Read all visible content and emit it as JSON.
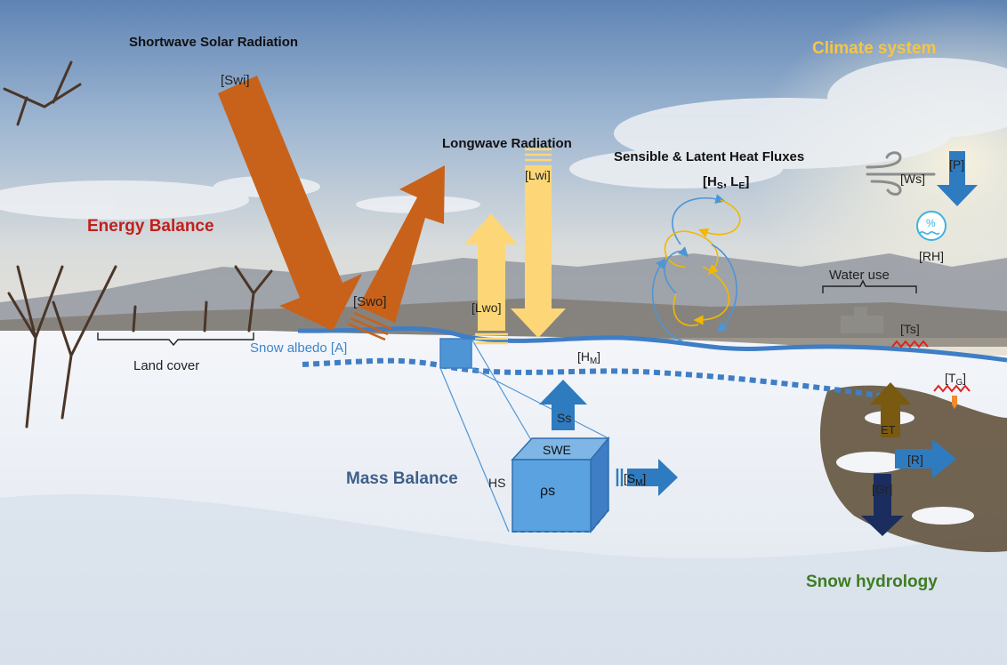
{
  "labels": {
    "shortwave_title": "Shortwave Solar Radiation",
    "swi": "[Swi]",
    "climate_system": "Climate system",
    "longwave_title": "Longwave Radiation",
    "lwi": "[Lwi]",
    "sensible_title": "Sensible & Latent Heat Fluxes",
    "hs_le_open": "[H",
    "hs_le_s": "S",
    "hs_le_mid": ", L",
    "hs_le_e": "E",
    "hs_le_close": "]",
    "energy_balance": "Energy Balance",
    "ws": "[Ws]",
    "p": "[P]",
    "rh_symbol": "%",
    "rh": "[RH]",
    "water_use": "Water use",
    "swo": "[Swo]",
    "lwo": "[Lwo]",
    "ts_upper": "[Ts]",
    "snow_albedo": "Snow albedo [A]",
    "land_cover": "Land cover",
    "hm_open": "[H",
    "hm_sub": "M",
    "hm_close": "]",
    "tg_open": "[T",
    "tg_sub": "G",
    "tg_close": "]",
    "ss": "Ss",
    "et": "ET",
    "swe": "SWE",
    "r": "[R]",
    "mass_balance": "Mass Balance",
    "hs": "HS",
    "rho_s": "ρs",
    "sm_open": "[S",
    "sm_sub": "M",
    "sm_close": "]",
    "gr": "[Gr]",
    "snow_hydrology": "Snow hydrology"
  },
  "colors": {
    "energy_red": "#c0201a",
    "climate_yellow": "#f6c544",
    "hydrology_green": "#3d7d22",
    "mass_blue": "#3e5f8a",
    "albedo_blue": "#3d86cc",
    "shortwave_orange": "#c8621a",
    "longwave_yellow": "#fdd777",
    "snowline_blue": "#3f7ec4",
    "precip_blue": "#2f7bc0",
    "et_brown": "#7a5a10",
    "gr_navy": "#1a2d5e",
    "heat_red": "#e0211e"
  }
}
